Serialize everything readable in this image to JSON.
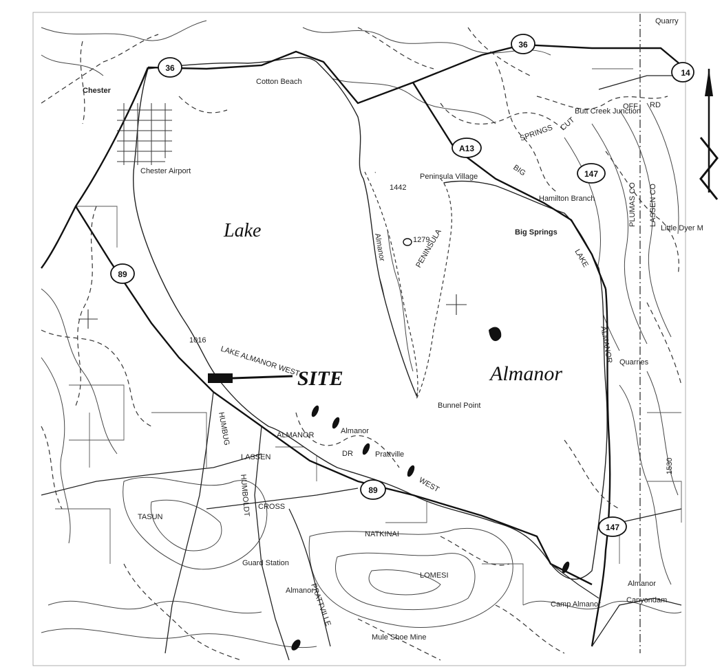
{
  "map": {
    "lake_words": {
      "first": "Lake",
      "second": "Almanor"
    },
    "site_label": "SITE",
    "county_labels": {
      "plumas": "PLUMAS CO",
      "lassen": "LASSEN CO"
    },
    "elevation_point": "1279",
    "shields": [
      {
        "id": "36",
        "label": "36"
      },
      {
        "id": "36b",
        "label": "36"
      },
      {
        "id": "14",
        "label": "14"
      },
      {
        "id": "A13",
        "label": "A13"
      },
      {
        "id": "147",
        "label": "147"
      },
      {
        "id": "147b",
        "label": "147"
      },
      {
        "id": "89",
        "label": "89"
      },
      {
        "id": "89b",
        "label": "89"
      }
    ],
    "places": {
      "chester": "Chester",
      "cotton_beach": "Cotton Beach",
      "chester_airport": "Chester Airport",
      "peninsula_village": "Peninsula Village",
      "big_springs": "Big Springs",
      "hamilton_branch": "Hamilton Branch",
      "little_dyer": "Little Dyer M",
      "quarry": "Quarry",
      "butt_creek": "Butt Creek Junction",
      "almanor": "Almanor",
      "prattville": "Prattville",
      "bunnel_point": "Bunnel Point",
      "quarries": "Quarries",
      "lassen": "LASSEN",
      "natkinai": "NATKINAI",
      "tasun": "TASUN",
      "lomesi": "LOMESI",
      "guard_station": "Guard Station",
      "mule_shoe": "Mule Shoe Mine",
      "camp_almanor": "Camp Almanor",
      "canyondam": "Canyondam",
      "almanor_south": "Almanor",
      "almanor_bottom": "Almanor",
      "lake_almanor_west": "LAKE ALMANOR WEST",
      "cross": "CROSS",
      "humbug": "HUMBUG",
      "humboldt": "HUMBOLDT",
      "almanor_rd": "ALMANOR",
      "peninsula": "PENINSULA",
      "almanor_peninsula": "Almanor",
      "big": "BIG",
      "springs": "SPRINGS",
      "cut": "CUT",
      "off": "OFF",
      "rd": "RD",
      "lake_rd": "LAKE",
      "almanor_east": "ALMANOR",
      "west": "WEST",
      "dr": "DR",
      "pratt": "PRATTVILLE",
      "num_1530": "1530",
      "num_1016": "1016",
      "num_1442": "1442"
    }
  }
}
